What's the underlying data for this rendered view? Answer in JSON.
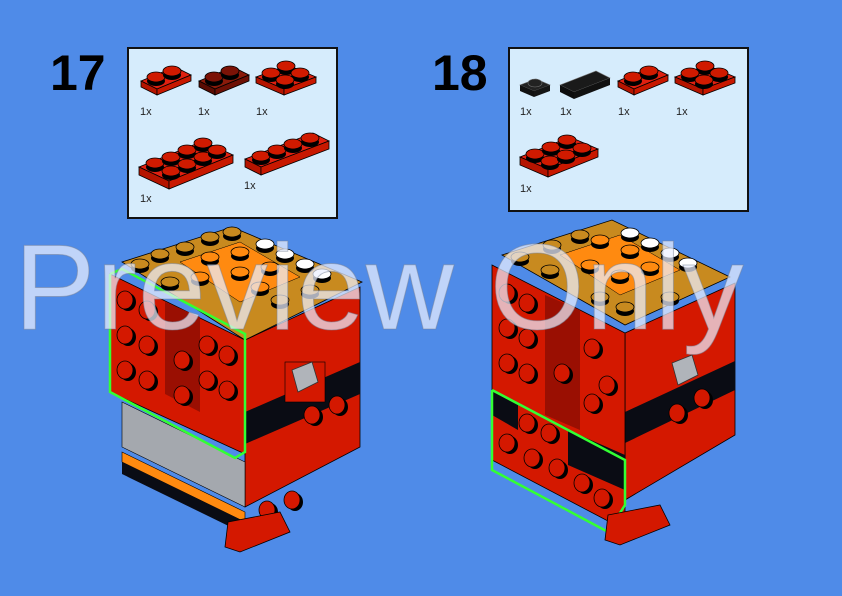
{
  "page": {
    "background": "#4f8be8"
  },
  "watermark": {
    "text": "Preview Only"
  },
  "steps": [
    {
      "number": "17",
      "parts": [
        {
          "name": "plate-1x2",
          "color": "#d01a00",
          "qty": "1x"
        },
        {
          "name": "plate-1x2",
          "color": "#7b1206",
          "qty": "1x"
        },
        {
          "name": "plate-2x2",
          "color": "#d01a00",
          "qty": "1x"
        },
        {
          "name": "plate-2x4",
          "color": "#d01a00",
          "qty": "1x"
        },
        {
          "name": "plate-1x4",
          "color": "#d01a00",
          "qty": "1x"
        }
      ]
    },
    {
      "number": "18",
      "parts": [
        {
          "name": "plate-1x1-round-stud",
          "color": "#111111",
          "qty": "1x"
        },
        {
          "name": "tile-1x2",
          "color": "#111111",
          "qty": "1x"
        },
        {
          "name": "plate-1x2",
          "color": "#d01a00",
          "qty": "1x"
        },
        {
          "name": "plate-2x2",
          "color": "#d01a00",
          "qty": "1x"
        },
        {
          "name": "plate-2x3",
          "color": "#d01a00",
          "qty": "1x"
        }
      ]
    }
  ],
  "colors": {
    "red": "#d01a00",
    "dark_red": "#7b1206",
    "highlight": "#33ff33",
    "tan": "#c88a1f",
    "orange": "#ff8a10",
    "grey": "#a4a8ae",
    "black": "#0a0c14"
  }
}
